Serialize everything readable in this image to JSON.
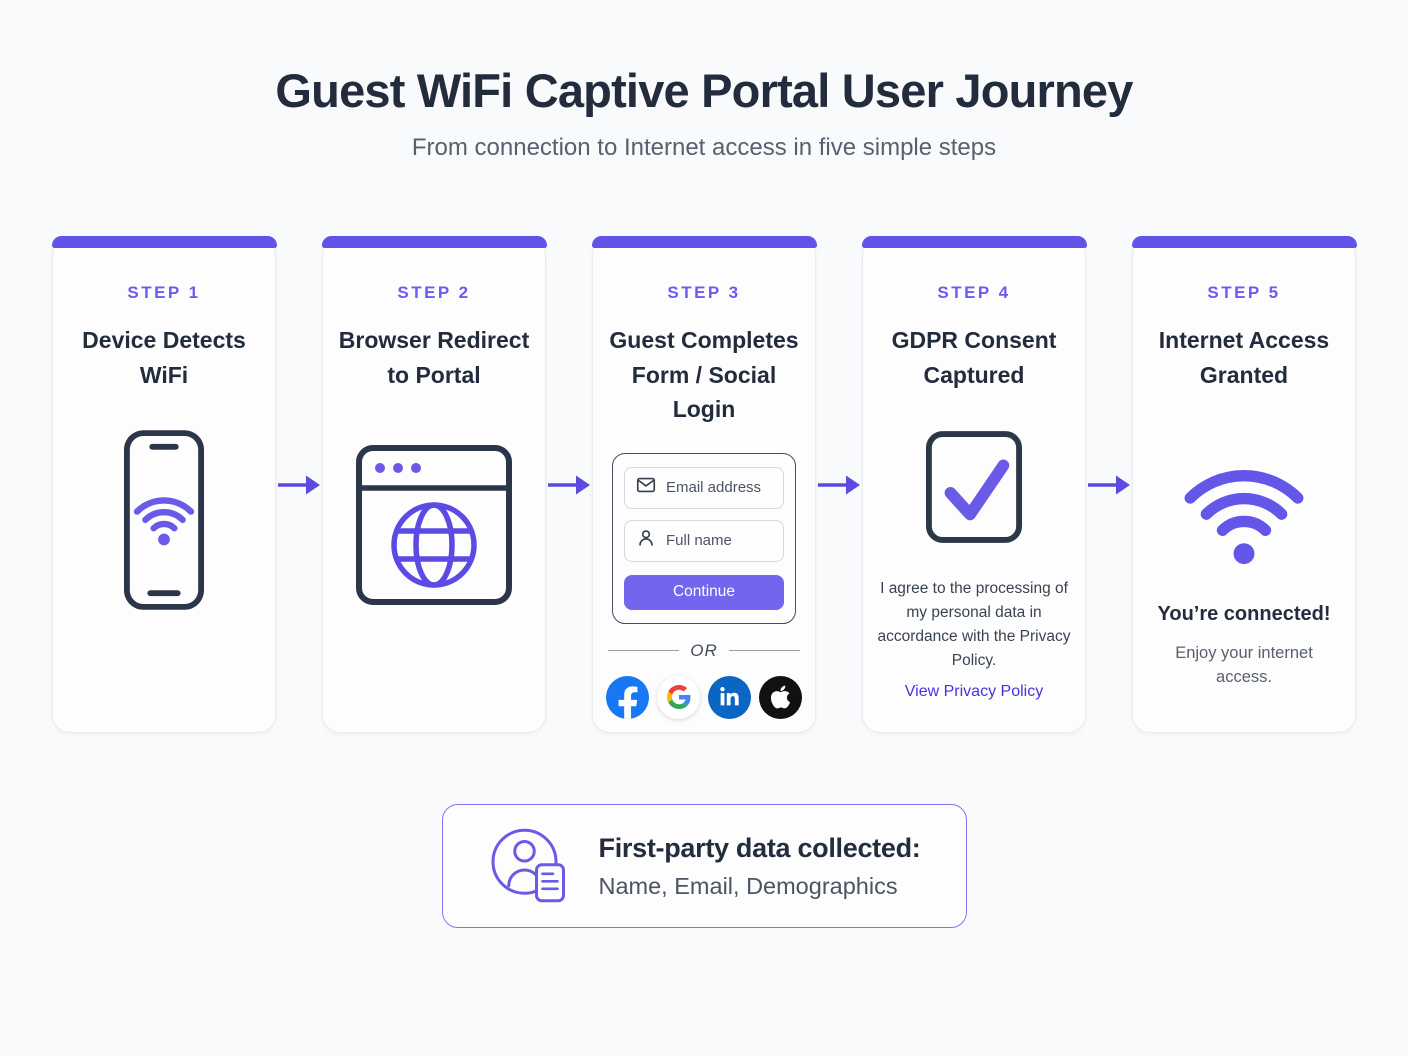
{
  "header": {
    "title": "Guest WiFi Captive Portal User Journey",
    "subtitle": "From connection to Internet access in five simple steps"
  },
  "steps": [
    {
      "label": "STEP 1",
      "title": "Device Detects WiFi",
      "icon": "phone-wifi-icon"
    },
    {
      "label": "STEP 2",
      "title": "Browser Redirect to Portal",
      "icon": "browser-globe-icon"
    },
    {
      "label": "STEP 3",
      "title": "Guest Completes Form / Social Login",
      "icon": "signup-form",
      "form": {
        "email_placeholder": "Email address",
        "name_placeholder": "Full name",
        "continue_label": "Continue",
        "divider_label": "OR",
        "social_icons": [
          "facebook-icon",
          "google-icon",
          "linkedin-icon",
          "apple-icon"
        ]
      }
    },
    {
      "label": "STEP 4",
      "title": "GDPR Consent Captured",
      "icon": "checkbox-check-icon",
      "consent_text": "I agree to the processing of my personal data in accordance with the Privacy Policy.",
      "privacy_link": "View Privacy Policy"
    },
    {
      "label": "STEP 5",
      "title": "Internet Access Granted",
      "icon": "wifi-icon",
      "status": "You’re connected!",
      "note": "Enjoy your internet access."
    }
  ],
  "footer": {
    "heading": "First-party data collected:",
    "detail": "Name, Email, Demographics",
    "icon": "user-document-icon"
  },
  "colors": {
    "accent": "#6152E8",
    "step_label": "#6A5CF0",
    "continue_button": "#7365EE",
    "privacy_link": "#4433E0",
    "facebook": "#1877F2",
    "linkedin": "#0A66C2",
    "apple": "#111111",
    "title_text": "#232C3C",
    "muted_text": "#57606E"
  }
}
